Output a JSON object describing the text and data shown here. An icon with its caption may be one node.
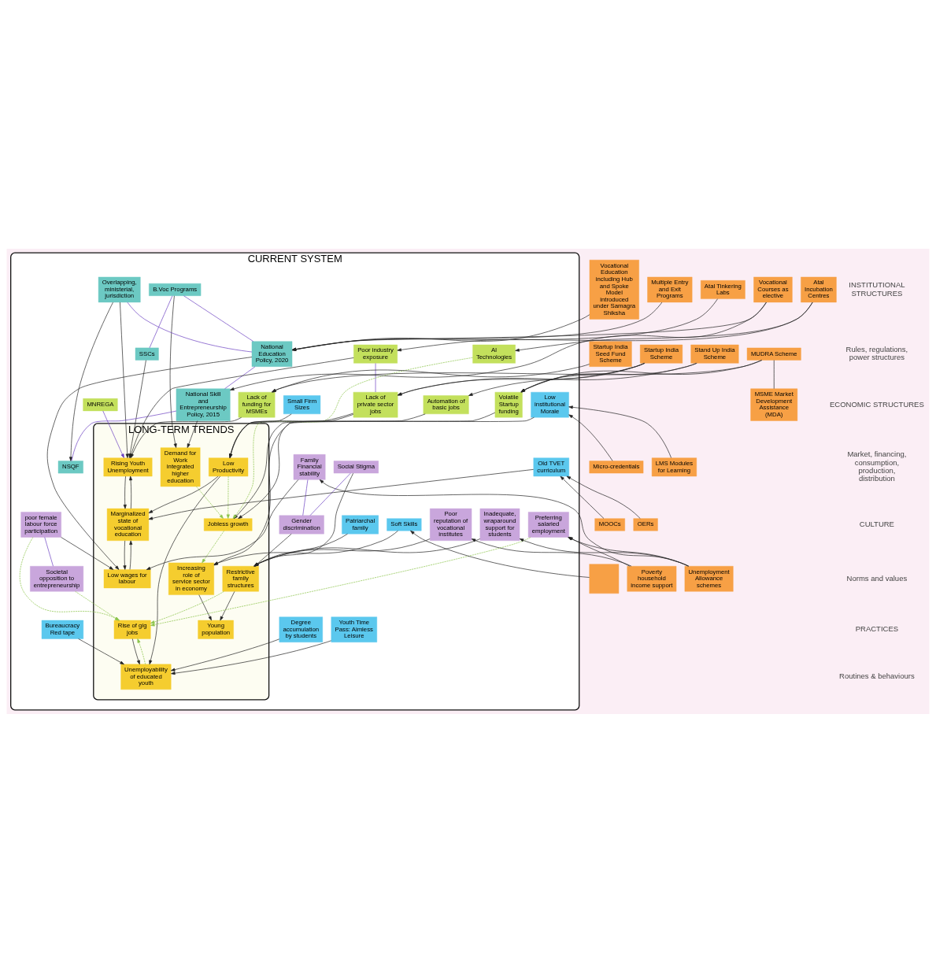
{
  "diagram": {
    "nodes": [
      {
        "text": [
          "CURRENT SYSTEM"
        ]
      },
      {
        "text": [
          "LONG-TERM TRENDS"
        ],
        "in": 0
      },
      {
        "text": [
          "Rising Youth Unemployment"
        ],
        "in": 1
      },
      {
        "text": [
          "Demand for Work integrated higher education"
        ],
        "in": 1
      },
      {
        "text": [
          "Jobless growth"
        ],
        "in": 1
      },
      {
        "text": [
          "Marginalized state of vocational education"
        ],
        "in": 1
      },
      {
        "text": [
          "Low wages for labour"
        ],
        "in": 1
      },
      {
        "text": [
          "Low Productivity"
        ],
        "in": 1
      },
      {
        "text": [
          "Young population"
        ],
        "in": 1
      },
      {
        "text": [
          "Increasing role of service sector in economy"
        ],
        "in": 1
      },
      {
        "text": [
          "Rise of gig jobs"
        ],
        "in": 1
      },
      {
        "text": [
          "Unemployability of educated youth"
        ],
        "in": 1
      },
      {
        "text": [
          "Restrictive family structures"
        ],
        "in": 1
      },
      {
        "text": [
          "B.Voc Programs"
        ],
        "in": 0
      },
      {
        "text": [
          "SSCs"
        ],
        "in": 0
      },
      {
        "text": [
          "Overlapping, ministerial, jurisdiction"
        ],
        "in": 0
      },
      {
        "text": [
          "National Education Policy, 2020"
        ],
        "in": 0
      },
      {
        "text": [
          "National Skill and Entrepreneurship Policy, 2015"
        ],
        "in": 0
      },
      {
        "text": [
          "NSQF"
        ],
        "in": 0
      },
      {
        "text": [
          "MNREGA"
        ],
        "in": 0
      },
      {
        "text": [
          "Lack of funding for MSMEs"
        ],
        "in": 0
      },
      {
        "text": [
          "Volatile Startup funding"
        ],
        "in": 0
      },
      {
        "text": [
          "Poor industry exposure"
        ],
        "in": 0
      },
      {
        "text": [
          "Automation of basic jobs"
        ],
        "in": 0
      },
      {
        "text": [
          "AI Technologies"
        ],
        "in": 0
      },
      {
        "text": [
          "Lack of private sector jobs"
        ],
        "in": 0
      },
      {
        "text": [
          "poor female labour force participation"
        ],
        "in": 0
      },
      {
        "text": [
          "Societal opposition to entrepreneurship"
        ],
        "in": 0
      },
      {
        "text": [
          "Poor reputation of vocational institutes"
        ],
        "in": 0
      },
      {
        "text": [
          "Family Financial stability"
        ],
        "in": 0
      },
      {
        "text": [
          "Preferring salaried employment"
        ],
        "in": 0
      },
      {
        "text": [
          "Inadequate, wraparound support for students"
        ],
        "in": 0
      },
      {
        "text": [
          "Social Stigma"
        ],
        "in": 0
      },
      {
        "text": [
          "Gender discrimination"
        ],
        "in": 0
      },
      {
        "text": [
          "Soft Skills"
        ],
        "in": 0
      },
      {
        "text": [
          "Youth Time Pass: Aimless Leisure"
        ],
        "in": 0
      },
      {
        "text": [
          "Degree accumulation by students"
        ],
        "in": 0
      },
      {
        "text": [
          "Old TVET curriculum"
        ],
        "in": 0
      },
      {
        "text": [
          "Small Firm Sizes"
        ],
        "in": 0
      },
      {
        "text": [
          "Low institutional Morale"
        ],
        "in": 0
      },
      {
        "text": [
          "Patriarchal family"
        ],
        "in": 0
      },
      {
        "text": [
          "Bureaucracy Red tape"
        ],
        "in": 0
      },
      {
        "text": [
          "Multiple Entry and Exit Programs"
        ]
      },
      {
        "text": [
          "Atal Tinkering Labs"
        ]
      },
      {
        "text": [
          "Vocational Courses as elective"
        ]
      },
      {
        "text": [
          "Vocational Education including Hub and Spoke Model introduced under Samagra Shiksha"
        ]
      },
      {
        "text": [
          "Startup India Seed Fund Scheme"
        ]
      },
      {
        "text": [
          "MUDRA Scheme"
        ]
      },
      {
        "text": [
          "MSME Market Development Assistance (MDA)"
        ]
      },
      {
        "text": [
          "Atal Incubation Centres"
        ]
      },
      {
        "text": [
          "Stand Up India Scheme"
        ]
      },
      {
        "text": [
          "Startup India Scheme"
        ]
      },
      {
        "text": [],
        "shape": "box"
      },
      {
        "text": [
          "MOOCs"
        ]
      },
      {
        "text": [
          "Micro-credentials"
        ]
      },
      {
        "text": [
          "OERs"
        ]
      },
      {
        "text": [
          "LMS Modules for Learning"
        ]
      },
      {
        "text": [
          "Unemployment Allowance schemes"
        ]
      },
      {
        "text": [
          "Poverty household income support"
        ]
      }
    ],
    "edges": [
      {
        "from": 44,
        "to": 16,
        "arrow": "to"
      },
      {
        "from": 42,
        "to": 16,
        "arrow": "to"
      },
      {
        "from": 43,
        "to": 16,
        "arrow": "to"
      },
      {
        "from": 45,
        "to": 16,
        "arrow": "to"
      },
      {
        "from": 44,
        "to": 17,
        "arrow": "to"
      },
      {
        "from": 15,
        "to": 18,
        "arrow": "to"
      },
      {
        "from": 13,
        "to": 14,
        "arrow": "none",
        "color": "#6a3fc1"
      },
      {
        "from": 13,
        "to": 16,
        "arrow": "none",
        "color": "#6a3fc1"
      },
      {
        "from": 15,
        "to": 16,
        "arrow": "none",
        "color": "#6a3fc1"
      },
      {
        "from": 16,
        "to": 17,
        "arrow": "none",
        "color": "#6a3fc1"
      },
      {
        "from": 17,
        "to": 18,
        "arrow": "none",
        "color": "#6a3fc1"
      },
      {
        "from": 13,
        "to": 3,
        "arrow": "to"
      },
      {
        "from": 14,
        "to": 2,
        "arrow": "to"
      },
      {
        "from": 19,
        "to": 2,
        "arrow": "to",
        "color": "#6a3fc1"
      },
      {
        "from": 15,
        "to": 2,
        "arrow": "to"
      },
      {
        "from": 17,
        "to": 3,
        "arrow": "to"
      },
      {
        "from": 16,
        "to": 6,
        "arrow": "to"
      },
      {
        "from": 46,
        "to": 20,
        "arrow": "to"
      },
      {
        "from": 47,
        "to": 20,
        "arrow": "to"
      },
      {
        "from": 47,
        "to": 21,
        "arrow": "to"
      },
      {
        "from": 47,
        "to": 48,
        "arrow": "none"
      },
      {
        "from": 49,
        "to": 22,
        "arrow": "to"
      },
      {
        "from": 50,
        "to": 21,
        "arrow": "to"
      },
      {
        "from": 51,
        "to": 21,
        "arrow": "to"
      },
      {
        "from": 51,
        "to": 23,
        "arrow": "to"
      },
      {
        "from": 49,
        "to": 24,
        "arrow": "to"
      },
      {
        "from": 50,
        "to": 25,
        "arrow": "to"
      },
      {
        "from": 51,
        "to": 25,
        "arrow": "to"
      },
      {
        "from": 20,
        "to": 2,
        "arrow": "to"
      },
      {
        "from": 21,
        "to": 4,
        "arrow": "to"
      },
      {
        "from": 22,
        "to": 2,
        "arrow": "to"
      },
      {
        "from": 22,
        "to": 25,
        "arrow": "none",
        "color": "#6a3fc1"
      },
      {
        "from": 23,
        "to": 4,
        "arrow": "to"
      },
      {
        "from": 24,
        "to": 4,
        "arrow": "to",
        "style": "dashed",
        "color": "#8bc34a"
      },
      {
        "from": 25,
        "to": 7,
        "arrow": "to"
      },
      {
        "from": 25,
        "to": 9,
        "arrow": "to"
      },
      {
        "from": 2,
        "to": 5,
        "arrow": "to"
      },
      {
        "from": 5,
        "to": 2,
        "arrow": "to"
      },
      {
        "from": 7,
        "to": 5,
        "arrow": "to"
      },
      {
        "from": 7,
        "to": 11,
        "arrow": "to"
      },
      {
        "from": 7,
        "to": 4,
        "arrow": "to",
        "style": "dashed",
        "color": "#8bc34a"
      },
      {
        "from": 4,
        "to": 9,
        "arrow": "to",
        "style": "dashed",
        "color": "#8bc34a"
      },
      {
        "from": 3,
        "to": 4,
        "arrow": "to",
        "style": "dashed",
        "color": "#8bc34a"
      },
      {
        "from": 6,
        "to": 5,
        "arrow": "to"
      },
      {
        "from": 5,
        "to": 6,
        "arrow": "to"
      },
      {
        "from": 9,
        "to": 8,
        "arrow": "to"
      },
      {
        "from": 11,
        "to": 10,
        "arrow": "to",
        "style": "dashed",
        "color": "#8bc34a"
      },
      {
        "from": 10,
        "to": 11,
        "arrow": "to"
      },
      {
        "from": 12,
        "to": 8,
        "arrow": "to"
      },
      {
        "from": 12,
        "to": 10,
        "arrow": "to",
        "style": "dashed",
        "color": "#8bc34a"
      },
      {
        "from": 34,
        "to": 9,
        "arrow": "to"
      },
      {
        "from": 35,
        "to": 11,
        "arrow": "to"
      },
      {
        "from": 36,
        "to": 11,
        "arrow": "to"
      },
      {
        "from": 37,
        "to": 5,
        "arrow": "to"
      },
      {
        "from": 38,
        "to": 7,
        "arrow": "to"
      },
      {
        "from": 39,
        "to": 7,
        "arrow": "to"
      },
      {
        "from": 40,
        "to": 12,
        "arrow": "to"
      },
      {
        "from": 41,
        "to": 11,
        "arrow": "to"
      },
      {
        "from": 26,
        "to": 10,
        "arrow": "to",
        "style": "dashed",
        "color": "#8bc34a"
      },
      {
        "from": 26,
        "to": 6,
        "arrow": "to"
      },
      {
        "from": 27,
        "to": 10,
        "arrow": "to",
        "style": "dashed",
        "color": "#8bc34a"
      },
      {
        "from": 28,
        "to": 12,
        "arrow": "to"
      },
      {
        "from": 29,
        "to": 6,
        "arrow": "to"
      },
      {
        "from": 30,
        "to": 10,
        "arrow": "to",
        "style": "dashed",
        "color": "#8bc34a"
      },
      {
        "from": 31,
        "to": 12,
        "arrow": "to"
      },
      {
        "from": 32,
        "to": 12,
        "arrow": "to"
      },
      {
        "from": 33,
        "to": 12,
        "arrow": "to"
      },
      {
        "from": 26,
        "to": 27,
        "arrow": "none",
        "color": "#6a3fc1"
      },
      {
        "from": 29,
        "to": 33,
        "arrow": "none",
        "color": "#6a3fc1"
      },
      {
        "from": 32,
        "to": 33,
        "arrow": "none",
        "color": "#6a3fc1"
      },
      {
        "from": 57,
        "to": 30,
        "arrow": "to"
      },
      {
        "from": 57,
        "to": 31,
        "arrow": "to"
      },
      {
        "from": 57,
        "to": 29,
        "arrow": "to"
      },
      {
        "from": 58,
        "to": 28,
        "arrow": "to"
      },
      {
        "from": 58,
        "to": 30,
        "arrow": "to"
      },
      {
        "from": 52,
        "to": 34,
        "arrow": "to"
      },
      {
        "from": 53,
        "to": 37,
        "arrow": "to"
      },
      {
        "from": 55,
        "to": 37,
        "arrow": "to"
      },
      {
        "from": 54,
        "to": 39,
        "arrow": "to"
      },
      {
        "from": 56,
        "to": 39,
        "arrow": "to"
      }
    ],
    "labels": [
      "INSTITUTIONAL STRUCTURES",
      "Rules, regulations, power structures",
      "ECONOMIC STRUCTURES",
      "Market, financing, consumption, production, distribution",
      "CULTURE",
      "Norms and values",
      "PRACTICES",
      "Routines & behaviours"
    ]
  }
}
